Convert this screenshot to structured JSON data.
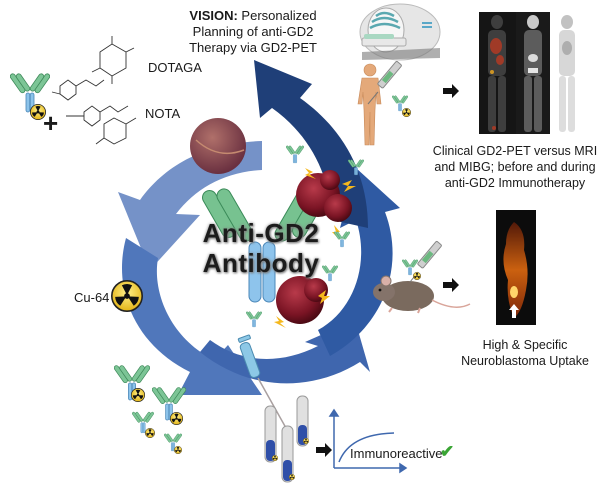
{
  "diagram": {
    "vision": {
      "bold_label": "VISION:",
      "line1_rest": " Personalized",
      "line2": "Planning of anti-GD2",
      "line3": "Therapy via GD2-PET"
    },
    "center_title": {
      "line1": "Anti-GD2",
      "line2": "Antibody"
    },
    "chelators": {
      "dotaga_label": "DOTAGA",
      "nota_label": "NOTA",
      "plus_symbol": "+"
    },
    "radionuclide": {
      "label": "Cu-64"
    },
    "clinical_caption": {
      "line1": "Clinical GD2-PET versus MRI",
      "line2": "and MIBG; before and during",
      "line3": "anti-GD2 Immunotherapy"
    },
    "preclinical_caption": {
      "line1": "High & Specific",
      "line2": "Neuroblastoma Uptake"
    },
    "immunoreactivity": {
      "label": "Immunoreactive",
      "check_symbol": "✔"
    },
    "colors": {
      "arrow_light": "#6f8fc6",
      "arrow_mid": "#3f68ae",
      "arrow_dark": "#1d3f7a",
      "antibody_fab": "#6fbf8a",
      "antibody_fc": "#7fb6e0",
      "radiation_yellow": "#f2cf2a",
      "tumor_red": "#8a1a2a",
      "check_green": "#3aa534"
    }
  }
}
